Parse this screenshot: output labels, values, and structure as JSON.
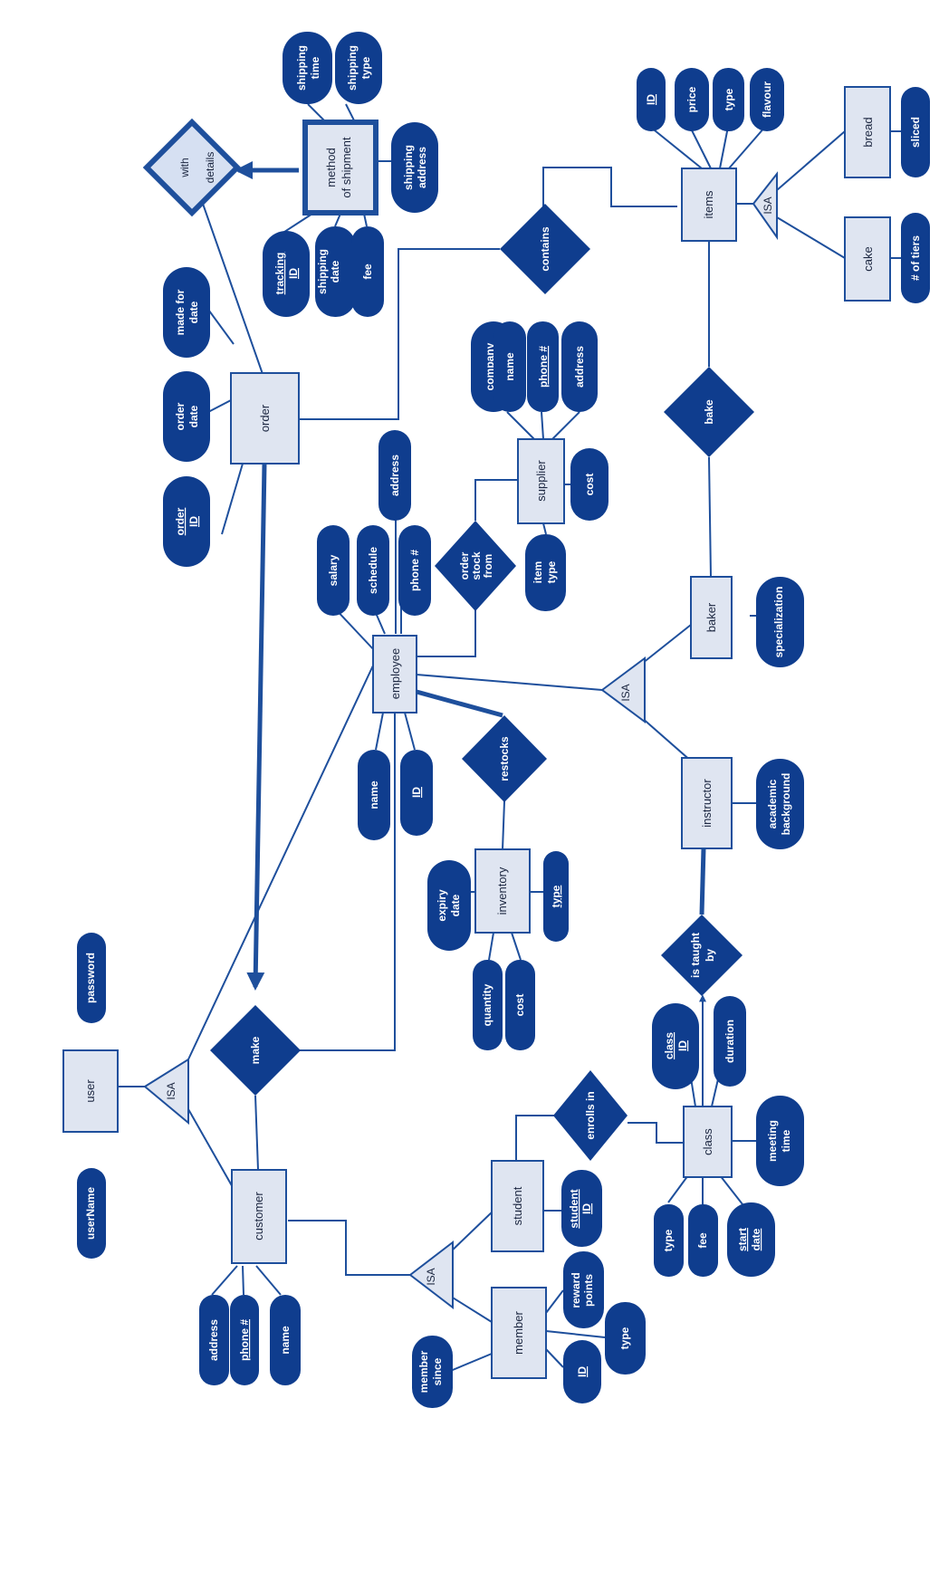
{
  "colors": {
    "navy": "#0f3d8e",
    "line": "#1e4f9c",
    "entity_fill": "#dfe5f1",
    "weak_rel_fill": "#d6e0f2"
  },
  "entities": {
    "user": "user",
    "customer": "customer",
    "order": "order",
    "method_of_shipment": [
      "method",
      "of shipment"
    ],
    "items": "items",
    "bread": "bread",
    "cake": "cake",
    "supplier": "supplier",
    "employee": "employee",
    "baker": "baker",
    "instructor": "instructor",
    "inventory": "inventory",
    "class": "class",
    "student": "student",
    "member": "member"
  },
  "relationships": {
    "make": "make",
    "with_details": [
      "with",
      "details"
    ],
    "contains": "contains",
    "bake": "bake",
    "order_stock_from": [
      "order",
      "stock",
      "from"
    ],
    "restocks": "restocks",
    "is_taught_by": [
      "is taught",
      "by"
    ],
    "enrolls_in": "enrolls in"
  },
  "isa": {
    "label": "ISA"
  },
  "attributes": {
    "user_password": "password",
    "user_username": "userName",
    "customer_address": "address",
    "customer_phone": "phone #",
    "customer_name": "name",
    "order_made_for_date": [
      "made for",
      "date"
    ],
    "order_date": [
      "order",
      "date"
    ],
    "order_id": [
      "order",
      "ID"
    ],
    "shipping_time": [
      "shipping",
      "time"
    ],
    "shipping_type": [
      "shipping",
      "type"
    ],
    "shipping_address": [
      "shipping",
      "address"
    ],
    "tracking_id": [
      "tracking",
      "ID"
    ],
    "shipping_date": [
      "shipping",
      "date"
    ],
    "fee": "fee",
    "items_id": "ID",
    "items_price": "price",
    "items_type": "type",
    "items_flavour": "flavour",
    "bread_sliced": "sliced",
    "cake_tiers": "# of tiers",
    "supplier_company": "company",
    "supplier_name": "name",
    "supplier_phone": "phone #",
    "supplier_address": "address",
    "supplier_cost": "cost",
    "supplier_item_type": [
      "item",
      "type"
    ],
    "employee_salary": "salary",
    "employee_schedule": "schedule",
    "employee_phone": "phone #",
    "employee_address": "address",
    "employee_name": "name",
    "employee_id": "ID",
    "baker_specialization": "specialization",
    "instructor_academic": [
      "academic",
      "background"
    ],
    "inventory_expiry": [
      "expiry",
      "date"
    ],
    "inventory_type": "type",
    "inventory_quantity": "quantity",
    "inventory_cost": "cost",
    "class_id": [
      "class",
      "ID"
    ],
    "class_duration": "duration",
    "class_meeting_time": [
      "meeting",
      "time"
    ],
    "class_type": "type",
    "class_fee": "fee",
    "class_start_date": [
      "start",
      "date"
    ],
    "student_id": [
      "student",
      "ID"
    ],
    "member_reward": [
      "reward",
      "points"
    ],
    "member_type": "type",
    "member_id": "ID",
    "member_since": [
      "member",
      "since"
    ]
  }
}
